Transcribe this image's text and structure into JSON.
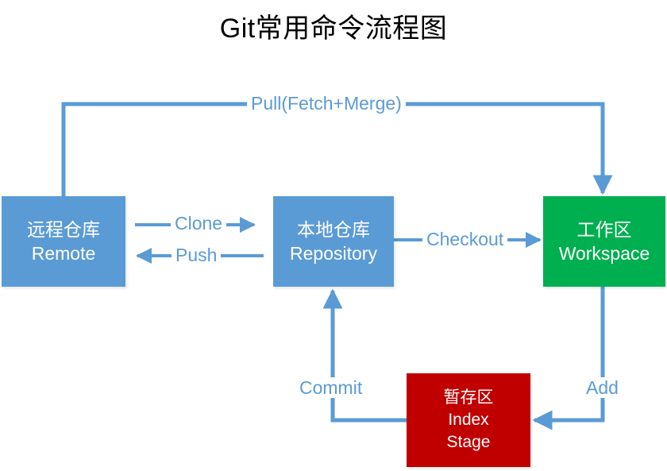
{
  "diagram": {
    "title": "Git常用命令流程图",
    "accent_blue": "#5B9BD5",
    "accent_green": "#00AF50",
    "accent_red": "#C00000",
    "background": "#FFFFFF",
    "nodes": [
      {
        "id": "remote",
        "label_cn": "远程仓库",
        "label_en": "Remote",
        "color": "#5B9BD5"
      },
      {
        "id": "repository",
        "label_cn": "本地仓库",
        "label_en": "Repository",
        "color": "#5B9BD5"
      },
      {
        "id": "workspace",
        "label_cn": "工作区",
        "label_en": "Workspace",
        "color": "#00AF50"
      },
      {
        "id": "index",
        "label_cn": "暂存区",
        "label_en": "Index",
        "label_en2": "Stage",
        "color": "#C00000"
      }
    ],
    "edges": [
      {
        "id": "pull",
        "label": "Pull(Fetch+Merge)",
        "from": "remote",
        "to": "workspace"
      },
      {
        "id": "clone",
        "label": "Clone",
        "from": "remote",
        "to": "repository"
      },
      {
        "id": "push",
        "label": "Push",
        "from": "repository",
        "to": "remote"
      },
      {
        "id": "checkout",
        "label": "Checkout",
        "from": "repository",
        "to": "workspace"
      },
      {
        "id": "add",
        "label": "Add",
        "from": "workspace",
        "to": "index"
      },
      {
        "id": "commit",
        "label": "Commit",
        "from": "index",
        "to": "repository"
      }
    ]
  }
}
